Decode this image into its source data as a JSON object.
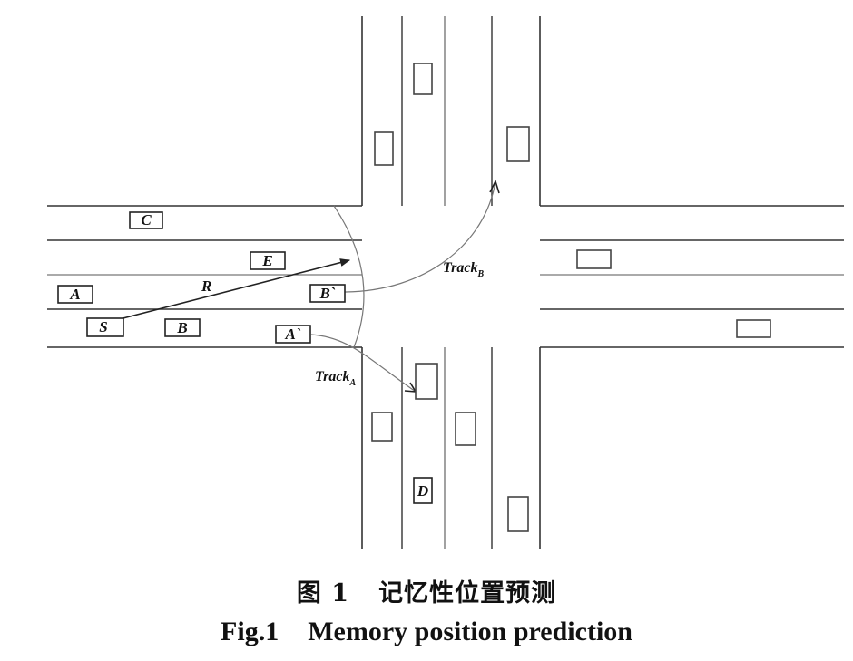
{
  "diagram": {
    "vehicle_labels": {
      "A": "A",
      "B": "B",
      "C": "C",
      "D": "D",
      "E": "E",
      "S": "S",
      "A_prime": "A`",
      "B_prime": "B`"
    },
    "radius_label": "R",
    "track_a": {
      "base": "Track",
      "sub": "A"
    },
    "track_b": {
      "base": "Track",
      "sub": "B"
    }
  },
  "caption": {
    "cn_number": "图 1",
    "cn_title": "记忆性位置预测",
    "en_number": "Fig.1",
    "en_title": "Memory position prediction"
  }
}
